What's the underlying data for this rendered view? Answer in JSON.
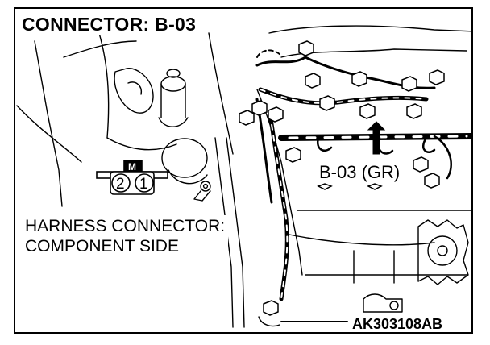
{
  "diagram": {
    "title": "CONNECTOR: B-03",
    "harness_label_line1": "HARNESS CONNECTOR:",
    "harness_label_line2": "COMPONENT SIDE",
    "connector_callout": "B-03 (GR)",
    "reference_code": "AK303108AB",
    "connector_face": {
      "key_label": "M",
      "pins": [
        "2",
        "1"
      ]
    }
  }
}
